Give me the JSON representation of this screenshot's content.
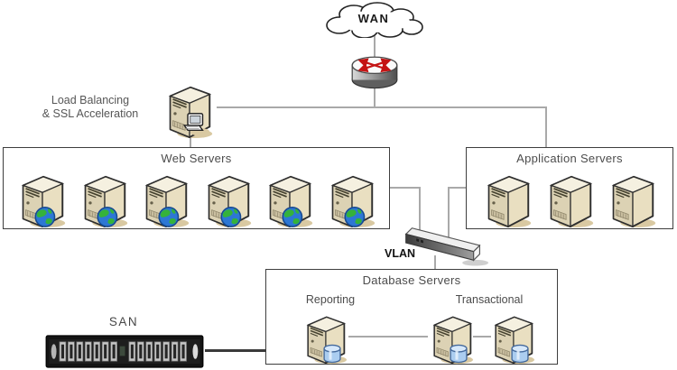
{
  "wan": {
    "label": "WAN"
  },
  "load_balancer": {
    "line1": "Load Balancing",
    "line2": "& SSL Acceleration"
  },
  "web_servers": {
    "title": "Web Servers",
    "count": 6
  },
  "application_servers": {
    "title": "Application Servers",
    "count": 3
  },
  "vlan": {
    "label": "VLAN"
  },
  "database_servers": {
    "title": "Database Servers",
    "reporting": {
      "label": "Reporting",
      "count": 1
    },
    "transactional": {
      "label": "Transactional",
      "count": 2
    }
  },
  "san": {
    "label": "SAN",
    "drive_slots": 14
  },
  "icons": {
    "wan-cloud-icon": "scalloped cloud outline",
    "router-icon": "gray cylinder with crossing red arrows",
    "load-balancer-icon": "tower server with small PC",
    "web-server-icon": "tower server with globe",
    "app-server-icon": "tower server",
    "db-server-icon": "tower server with database cylinder",
    "vlan-switch-icon": "isometric switch bar",
    "san-device-icon": "black rack storage with drive slots"
  },
  "colors": {
    "connector_line": "#a9a9a9",
    "box_border": "#3e3e3e",
    "server_body": "#e9dfc1",
    "globe_ocean": "#2d77d4",
    "globe_land": "#35b23b",
    "db_cylinder": "#abcdf0",
    "router_arrows": "#c41414",
    "san_chassis": "#141414"
  }
}
